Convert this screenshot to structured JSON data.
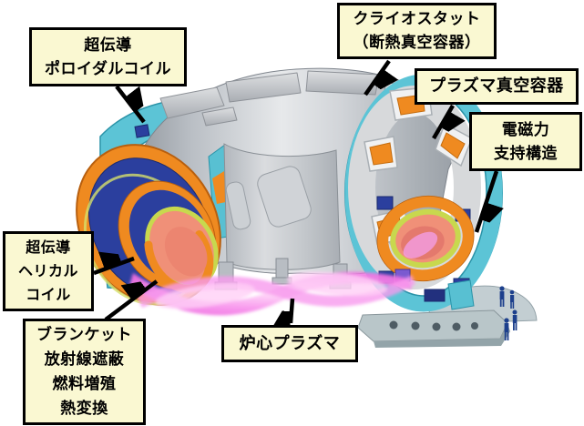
{
  "diagram": {
    "subject": "helical fusion reactor cutaway",
    "labels": {
      "poloidal": {
        "l1": "超伝導",
        "l2": "ポロイダルコイル"
      },
      "cryostat": {
        "l1": "クライオスタット",
        "l2": "（断熱真空容器）"
      },
      "vessel": {
        "l1": "プラズマ真空容器"
      },
      "emf": {
        "l1": "電磁力",
        "l2": "支持構造"
      },
      "helical": {
        "l1": "超伝導",
        "l2": "ヘリカル",
        "l3": "コイル"
      },
      "blanket": {
        "l1": "ブランケット",
        "l2": "放射線遮蔽",
        "l3": "燃料増殖",
        "l4": "熱変換"
      },
      "core_plasma": {
        "l1": "炉心プラズマ"
      }
    },
    "colors": {
      "label_background": "#FAF8D2",
      "label_border": "#000000",
      "cryostat_cyan": "#5CC4D6",
      "coil_orange": "#EF8A20",
      "coil_blue": "#2B3F9E",
      "blanket_green": "#C8D84E",
      "blanket_salmon": "#F09078",
      "plasma_pink": "#F07AE4",
      "structure_gray": "#C4C8CE",
      "people_navy": "#1C3F8C"
    },
    "figures": {
      "people_count": 4
    }
  }
}
